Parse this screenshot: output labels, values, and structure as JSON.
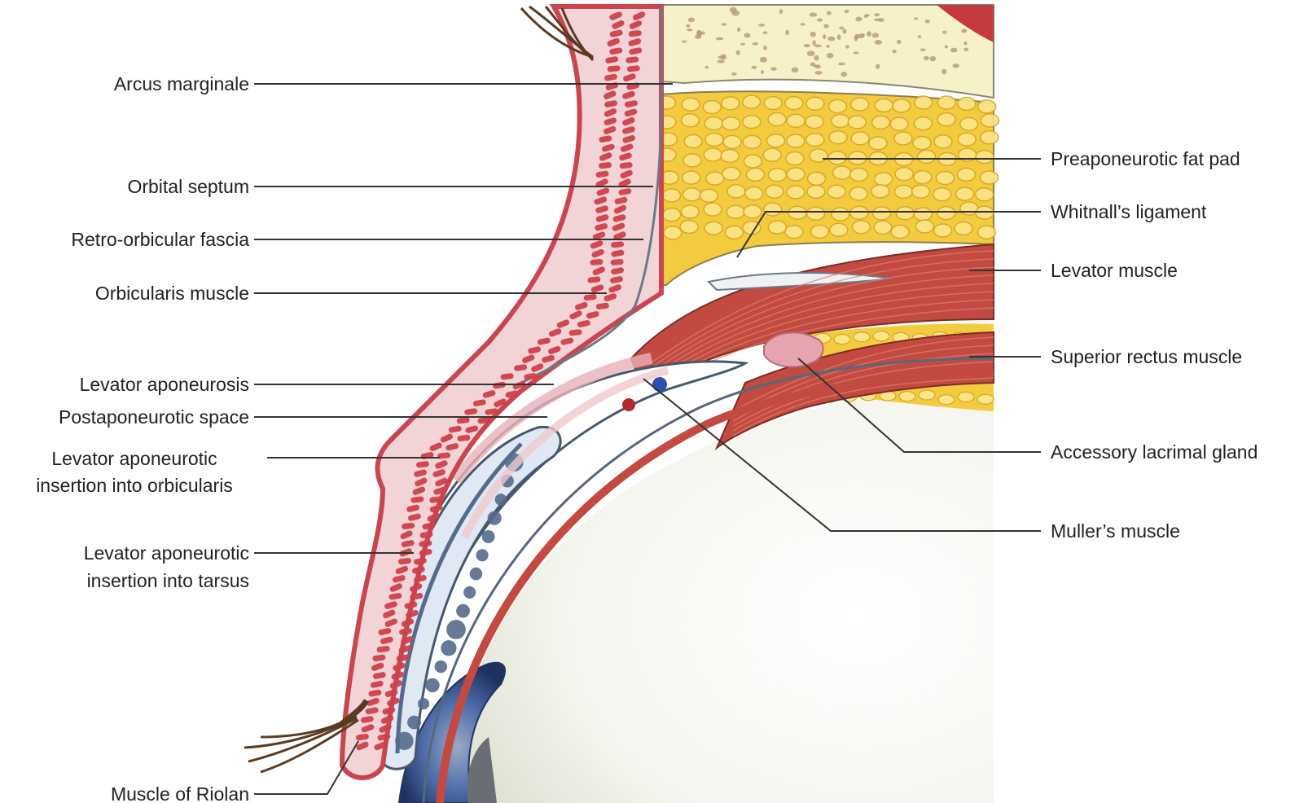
{
  "labels": {
    "arcus_marginale": "Arcus marginale",
    "orbital_septum": "Orbital septum",
    "retro_orbicular_fascia": "Retro-orbicular fascia",
    "orbicularis_muscle": "Orbicularis muscle",
    "levator_aponeurosis": "Levator aponeurosis",
    "postaponeurotic_space": "Postaponeurotic space",
    "insertion_orbicularis_line1": "Levator aponeurotic",
    "insertion_orbicularis_line2": "insertion into orbicularis",
    "insertion_tarsus_line1": "Levator aponeurotic",
    "insertion_tarsus_line2": "insertion into tarsus",
    "muscle_of_riolan": "Muscle of Riolan",
    "preaponeurotic_fat_pad": "Preaponeurotic fat pad",
    "whitnalls_ligament": "Whitnall’s ligament",
    "levator_muscle": "Levator muscle",
    "superior_rectus_muscle": "Superior rectus muscle",
    "accessory_lacrimal_gland": "Accessory lacrimal gland",
    "mullers_muscle": "Muller’s muscle"
  },
  "colors": {
    "skin_edge": "#c9454f",
    "dermis": "#f2d3d6",
    "orbicularis_fibre": "#d0404a",
    "muscle": "#c24a40",
    "muscle_stripe": "#e08070",
    "fat": "#f3cb3e",
    "fat_lobule": "#fbe48a",
    "bone": "#f6f1c8",
    "bone_pit": "#b89a78",
    "tarsus": "#dfe8f3",
    "meibomian": "#556a8c",
    "globe": "#f3f4ec",
    "iris": "#3e5a92",
    "lash": "#5a3b22",
    "leader": "#333333"
  }
}
